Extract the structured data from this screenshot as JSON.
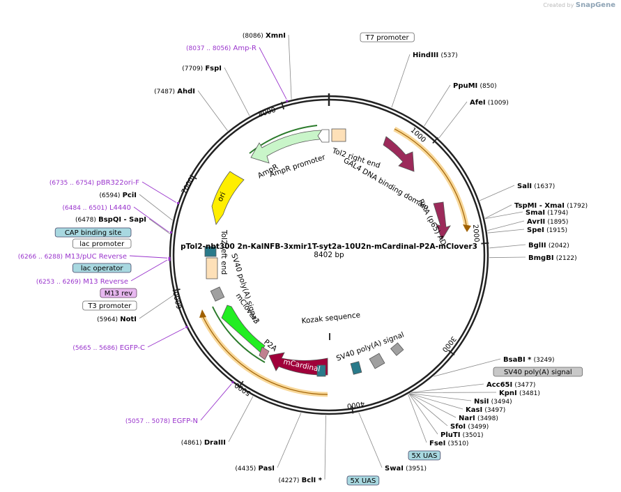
{
  "brand": {
    "prefix": "Created by",
    "name": "SnapGene"
  },
  "plasmid": {
    "name": "pTol2-nbt300 2n-KalNFB-3xmir1T-syt2a-10U2n-mCardinal-P2A-mClover3",
    "size_label": "8402 bp",
    "length": 8402
  },
  "colors": {
    "backbone": "#222222",
    "enzyme_line": "#888888",
    "primer": "#9933cc",
    "orange_band": "#f5a623"
  },
  "ticks": [
    1000,
    2000,
    3000,
    4000,
    5000,
    6000,
    7000,
    8000
  ],
  "enzymes_right": [
    {
      "name": "HindIII",
      "pos": "(537)",
      "site": 537
    },
    {
      "name": "PpuMI",
      "pos": "(850)",
      "site": 850
    },
    {
      "name": "AfeI",
      "pos": "(1009)",
      "site": 1009
    },
    {
      "name": "SalI",
      "pos": "(1637)",
      "site": 1637
    },
    {
      "name": "TspMI - XmaI",
      "pos": "(1792)",
      "site": 1792
    },
    {
      "name": "SmaI",
      "pos": "(1794)",
      "site": 1794
    },
    {
      "name": "AvrII",
      "pos": "(1895)",
      "site": 1895
    },
    {
      "name": "SpeI",
      "pos": "(1915)",
      "site": 1915
    },
    {
      "name": "BglII",
      "pos": "(2042)",
      "site": 2042
    },
    {
      "name": "BmgBI",
      "pos": "(2122)",
      "site": 2122
    },
    {
      "name": "BsaBI *",
      "pos": "(3249)",
      "site": 3249
    },
    {
      "name": "Acc65I",
      "pos": "(3477)",
      "site": 3477
    },
    {
      "name": "KpnI",
      "pos": "(3481)",
      "site": 3481
    },
    {
      "name": "NsiI",
      "pos": "(3494)",
      "site": 3494
    },
    {
      "name": "KasI",
      "pos": "(3497)",
      "site": 3497
    },
    {
      "name": "NarI",
      "pos": "(3498)",
      "site": 3498
    },
    {
      "name": "SfoI",
      "pos": "(3499)",
      "site": 3499
    },
    {
      "name": "PluTI",
      "pos": "(3501)",
      "site": 3501
    },
    {
      "name": "FseI",
      "pos": "(3510)",
      "site": 3510
    },
    {
      "name": "SwaI",
      "pos": "(3951)",
      "site": 3951
    }
  ],
  "enzymes_left": [
    {
      "name": "XmnI",
      "pos": "(8086)",
      "site": 8086
    },
    {
      "name": "FspI",
      "pos": "(7709)",
      "site": 7709
    },
    {
      "name": "AhdI",
      "pos": "(7487)",
      "site": 7487
    },
    {
      "name": "PciI",
      "pos": "(6594)",
      "site": 6594
    },
    {
      "name": "BspQI - SapI",
      "pos": "(6478)",
      "site": 6478
    },
    {
      "name": "NotI",
      "pos": "(5964)",
      "site": 5964
    },
    {
      "name": "DraIII",
      "pos": "(4861)",
      "site": 4861
    },
    {
      "name": "PasI",
      "pos": "(4435)",
      "site": 4435
    },
    {
      "name": "BclI *",
      "pos": "(4227)",
      "site": 4227
    }
  ],
  "primers": [
    {
      "name": "Amp-R",
      "range": "(8037 .. 8056)",
      "site": 8046
    },
    {
      "name": "pBR322ori-F",
      "range": "(6735 .. 6754)",
      "site": 6745
    },
    {
      "name": "L4440",
      "range": "(6484 .. 6501)",
      "site": 6492
    },
    {
      "name": "M13/pUC Reverse",
      "range": "(6266 .. 6288)",
      "site": 6277
    },
    {
      "name": "M13 Reverse",
      "range": "(6253 .. 6269)",
      "site": 6261
    },
    {
      "name": "EGFP-C",
      "range": "(5665 .. 5686)",
      "site": 5675
    },
    {
      "name": "EGFP-N",
      "range": "(5057 .. 5078)",
      "site": 5067
    }
  ],
  "boxed_labels": [
    {
      "text": "T7 promoter",
      "style": "white"
    },
    {
      "text": "CAP binding site",
      "style": "teal"
    },
    {
      "text": "lac promoter",
      "style": "white"
    },
    {
      "text": "lac operator",
      "style": "teal"
    },
    {
      "text": "M13 rev",
      "style": "violet"
    },
    {
      "text": "T3 promoter",
      "style": "white"
    },
    {
      "text": "SV40 poly(A) signal",
      "style": "gray"
    },
    {
      "text": "5X UAS",
      "style": "teal"
    },
    {
      "text": "5X UAS",
      "style": "teal"
    }
  ],
  "features": [
    {
      "name": "Tol2 right end",
      "color": "#fde0b8"
    },
    {
      "name": "GAL4 DNA binding domain",
      "color": "#9c2a5a"
    },
    {
      "name": "RelA (p65) AD",
      "color": "#9c2a5a"
    },
    {
      "name": "AmpR promoter",
      "color": "#ffffff"
    },
    {
      "name": "AmpR",
      "color": "#c9f5c9"
    },
    {
      "name": "ori",
      "color": "#ffee00"
    },
    {
      "name": "Tol2 left end",
      "color": "#fde0b8"
    },
    {
      "name": "SV40 poly(A) signal",
      "color": "#a0a0a0"
    },
    {
      "name": "mClover3",
      "color": "#22ee22"
    },
    {
      "name": "P2A",
      "color": "#c08090"
    },
    {
      "name": "mCardinal",
      "color": "#a0003a"
    },
    {
      "name": "Kozak sequence",
      "color": "#ffffff"
    },
    {
      "name": "SV40 poly(A) signal",
      "color": "#a0a0a0"
    }
  ]
}
